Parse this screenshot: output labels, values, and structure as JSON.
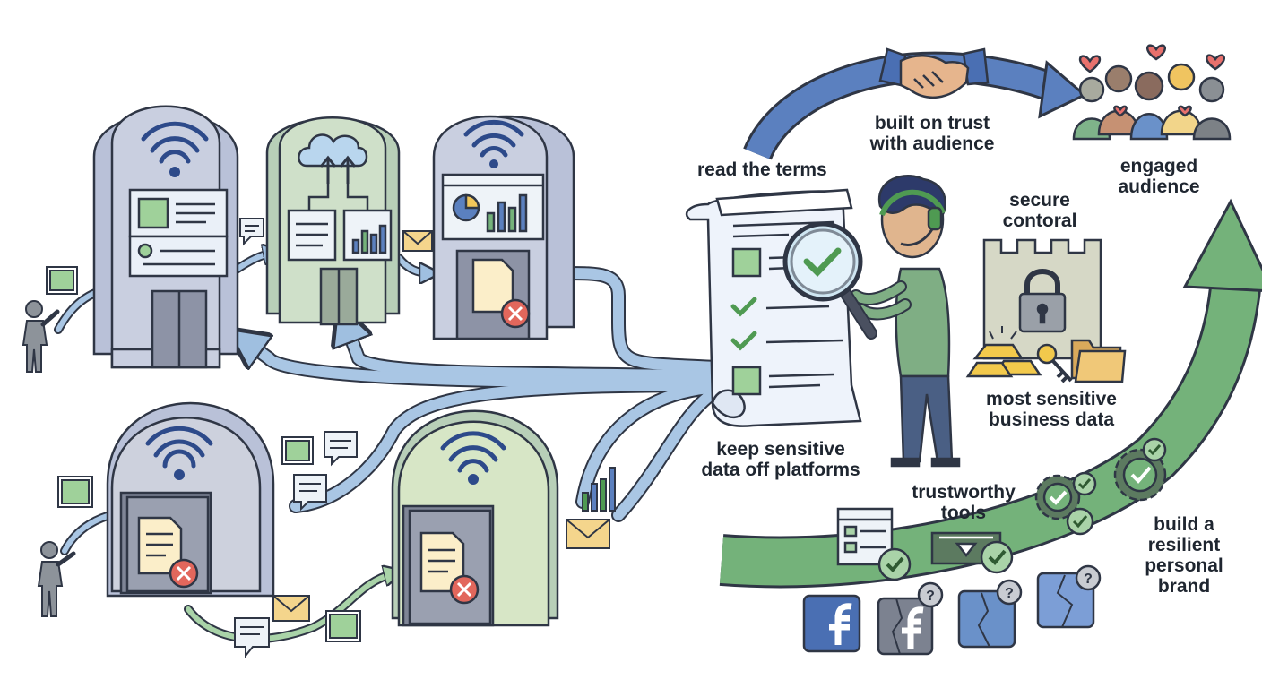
{
  "labels": {
    "read_terms": "read the terms",
    "built_trust_1": "built on trust",
    "built_trust_2": "with audience",
    "engaged_1": "engaged",
    "engaged_2": "audience",
    "secure_1": "secure",
    "secure_2": "contoral",
    "sensitive_biz_1": "most sensitive",
    "sensitive_biz_2": "business data",
    "keep_off_1": "keep sensitive",
    "keep_off_2": "data off platforms",
    "trustworthy_1": "trustworthy",
    "trustworthy_2": "tools",
    "resilient_1": "build a",
    "resilient_2": "resilient",
    "resilient_3": "personal",
    "resilient_4": "brand"
  },
  "icons": [
    "wifi-icon",
    "cloud-upload-icon",
    "handshake-icon",
    "magnifier-icon",
    "checkmark-icon",
    "padlock-icon",
    "key-icon",
    "folder-icon",
    "gold-bars-icon",
    "envelope-icon",
    "chat-bubble-icon",
    "image-icon",
    "x-icon",
    "question-icon",
    "broken-social-icon",
    "bar-chart-icon",
    "pie-chart-icon",
    "gear-check-icon"
  ],
  "colors": {
    "blue_arrow": "#5b80bf",
    "green_arrow": "#74b27a",
    "pipe": "#a9c6e4",
    "building": "#c9cfe0",
    "building_green": "#cfe0c9",
    "outline": "#2f3645",
    "check": "#4f9a52",
    "cross": "#e2675c",
    "heart": "#e8716d"
  }
}
